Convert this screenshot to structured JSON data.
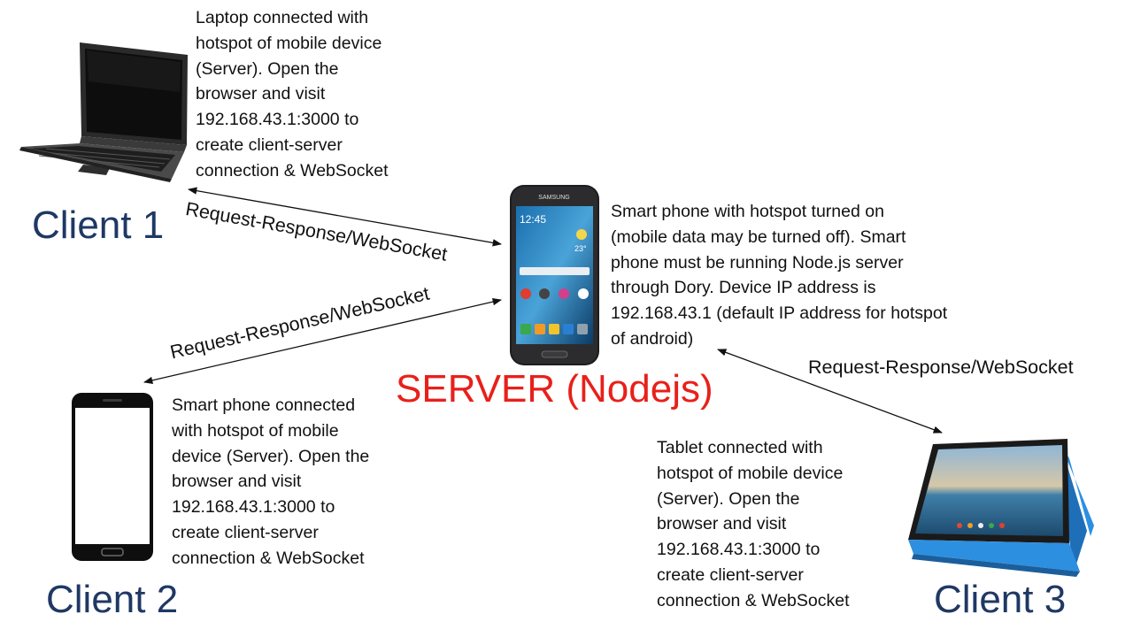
{
  "server": {
    "label": "SERVER (Nodejs)",
    "description": "Smart phone with hotspot turned on\n(mobile data may be turned off). Smart\nphone must be running Node.js server\nthrough Dory. Device IP address is\n192.168.43.1 (default IP address for hotspot\nof android)",
    "phone_brand": "SAMSUNG",
    "phone_clock": "12:45",
    "phone_temp": "23°"
  },
  "clients": [
    {
      "label": "Client 1",
      "device": "laptop-icon",
      "description": "Laptop connected with\nhotspot of mobile device\n(Server). Open the\nbrowser and visit\n192.168.43.1:3000 to\ncreate client-server\nconnection & WebSocket"
    },
    {
      "label": "Client 2",
      "device": "smartphone-icon",
      "description": "Smart phone connected\nwith hotspot of mobile\ndevice (Server). Open the\nbrowser and visit\n192.168.43.1:3000 to\ncreate client-server\nconnection & WebSocket"
    },
    {
      "label": "Client 3",
      "device": "tablet-icon",
      "description": "Tablet connected with\nhotspot of mobile device\n(Server). Open the\nbrowser and visit\n192.168.43.1:3000 to\ncreate client-server\nconnection & WebSocket"
    }
  ],
  "connections": [
    {
      "label": "Request-Response/WebSocket"
    },
    {
      "label": "Request-Response/WebSocket"
    },
    {
      "label": "Request-Response/WebSocket"
    }
  ],
  "colors": {
    "client_label": "#1f3864",
    "server_label": "#e8201a",
    "tablet_case": "#2d8fe0"
  }
}
